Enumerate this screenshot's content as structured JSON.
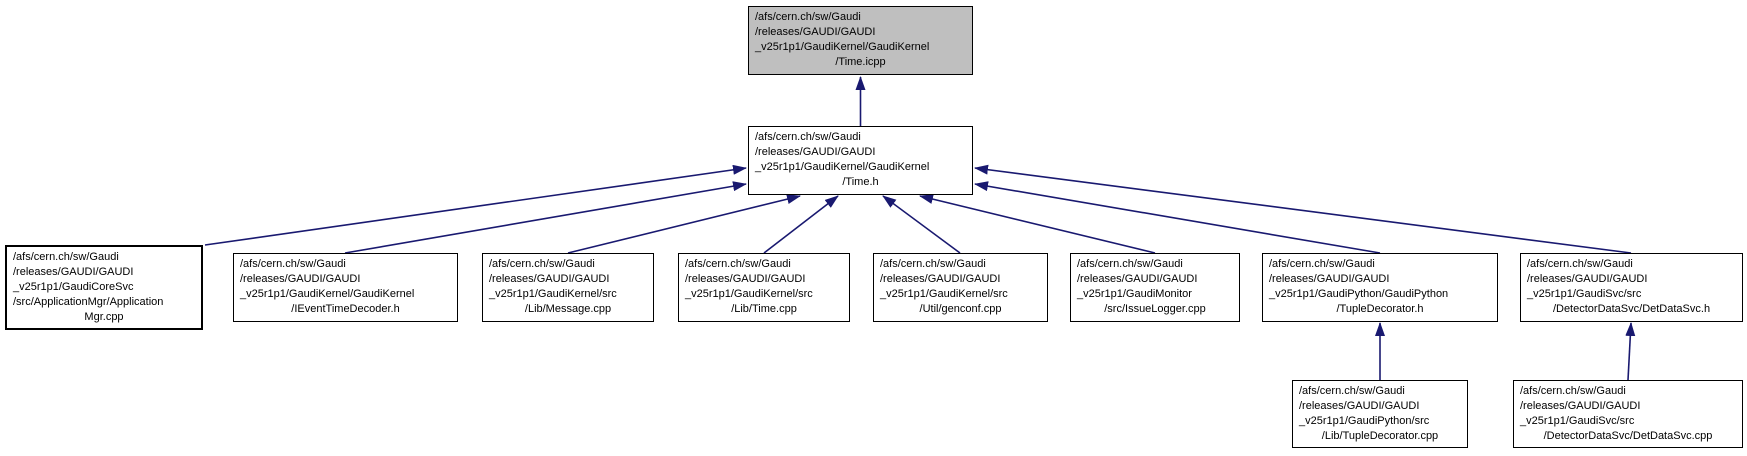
{
  "diagram": {
    "type": "include-dependency-graph",
    "colors": {
      "edge": "#191970",
      "node_border": "#000000",
      "node_fill": "#ffffff",
      "focus_node_fill": "#bfbfbf",
      "text": "#000000",
      "background": "#ffffff"
    },
    "nodes": {
      "time_icpp": {
        "focus": true,
        "lines": [
          "/afs/cern.ch/sw/Gaudi",
          "/releases/GAUDI/GAUDI",
          "_v25r1p1/GaudiKernel/GaudiKernel",
          "/Time.icpp"
        ]
      },
      "time_h": {
        "lines": [
          "/afs/cern.ch/sw/Gaudi",
          "/releases/GAUDI/GAUDI",
          "_v25r1p1/GaudiKernel/GaudiKernel",
          "/Time.h"
        ]
      },
      "application_mgr_cpp": {
        "lines": [
          "/afs/cern.ch/sw/Gaudi",
          "/releases/GAUDI/GAUDI",
          "_v25r1p1/GaudiCoreSvc",
          "/src/ApplicationMgr/Application",
          "Mgr.cpp"
        ]
      },
      "ievent_time_decoder_h": {
        "lines": [
          "/afs/cern.ch/sw/Gaudi",
          "/releases/GAUDI/GAUDI",
          "_v25r1p1/GaudiKernel/GaudiKernel",
          "/IEventTimeDecoder.h"
        ]
      },
      "message_cpp": {
        "lines": [
          "/afs/cern.ch/sw/Gaudi",
          "/releases/GAUDI/GAUDI",
          "_v25r1p1/GaudiKernel/src",
          "/Lib/Message.cpp"
        ]
      },
      "time_cpp": {
        "lines": [
          "/afs/cern.ch/sw/Gaudi",
          "/releases/GAUDI/GAUDI",
          "_v25r1p1/GaudiKernel/src",
          "/Lib/Time.cpp"
        ]
      },
      "genconf_cpp": {
        "lines": [
          "/afs/cern.ch/sw/Gaudi",
          "/releases/GAUDI/GAUDI",
          "_v25r1p1/GaudiKernel/src",
          "/Util/genconf.cpp"
        ]
      },
      "issue_logger_cpp": {
        "lines": [
          "/afs/cern.ch/sw/Gaudi",
          "/releases/GAUDI/GAUDI",
          "_v25r1p1/GaudiMonitor",
          "/src/IssueLogger.cpp"
        ]
      },
      "tuple_decorator_h": {
        "lines": [
          "/afs/cern.ch/sw/Gaudi",
          "/releases/GAUDI/GAUDI",
          "_v25r1p1/GaudiPython/GaudiPython",
          "/TupleDecorator.h"
        ]
      },
      "det_data_svc_h": {
        "lines": [
          "/afs/cern.ch/sw/Gaudi",
          "/releases/GAUDI/GAUDI",
          "_v25r1p1/GaudiSvc/src",
          "/DetectorDataSvc/DetDataSvc.h"
        ]
      },
      "tuple_decorator_cpp": {
        "lines": [
          "/afs/cern.ch/sw/Gaudi",
          "/releases/GAUDI/GAUDI",
          "_v25r1p1/GaudiPython/src",
          "/Lib/TupleDecorator.cpp"
        ]
      },
      "det_data_svc_cpp": {
        "lines": [
          "/afs/cern.ch/sw/Gaudi",
          "/releases/GAUDI/GAUDI",
          "_v25r1p1/GaudiSvc/src",
          "/DetectorDataSvc/DetDataSvc.cpp"
        ]
      }
    },
    "edges": [
      {
        "from": "time_h",
        "to": "time_icpp"
      },
      {
        "from": "application_mgr_cpp",
        "to": "time_h"
      },
      {
        "from": "ievent_time_decoder_h",
        "to": "time_h"
      },
      {
        "from": "message_cpp",
        "to": "time_h"
      },
      {
        "from": "time_cpp",
        "to": "time_h"
      },
      {
        "from": "genconf_cpp",
        "to": "time_h"
      },
      {
        "from": "issue_logger_cpp",
        "to": "time_h"
      },
      {
        "from": "tuple_decorator_h",
        "to": "time_h"
      },
      {
        "from": "det_data_svc_h",
        "to": "time_h"
      },
      {
        "from": "tuple_decorator_cpp",
        "to": "tuple_decorator_h"
      },
      {
        "from": "det_data_svc_cpp",
        "to": "det_data_svc_h"
      }
    ]
  }
}
